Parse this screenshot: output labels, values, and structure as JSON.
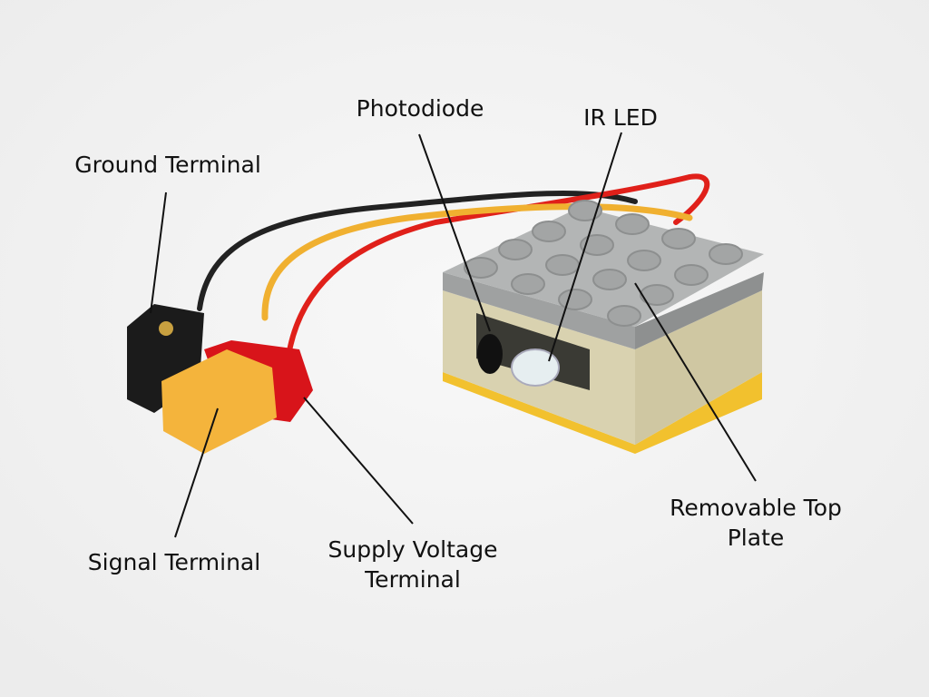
{
  "labels": {
    "photodiode": "Photodiode",
    "ir_led": "IR LED",
    "ground_terminal": "Ground Terminal",
    "signal_terminal": "Signal Terminal",
    "supply_voltage_terminal_line1": "Supply Voltage",
    "supply_voltage_terminal_line2": "Terminal",
    "removable_top_plate_line1": "Removable Top",
    "removable_top_plate_line2": "Plate"
  },
  "colors": {
    "background": "#f3f3f3",
    "top_plate": "#a9abab",
    "base_tan": "#d9d2b0",
    "base_yellow": "#f2c12e",
    "wire_black": "#222222",
    "wire_red": "#e0201a",
    "wire_yellow": "#f0b030"
  }
}
